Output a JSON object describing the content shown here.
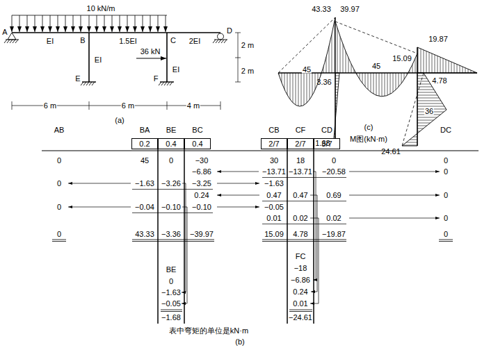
{
  "diagram": {
    "nodes": [
      {
        "text": [
          "0.2"
        ]
      },
      {
        "text": [
          "0.4"
        ]
      },
      {
        "text": [
          "0.4"
        ]
      },
      {
        "text": [
          "2/7"
        ]
      },
      {
        "text": [
          "2/7"
        ]
      },
      {
        "text": [
          "3/7"
        ]
      }
    ],
    "labels": [
      "10 kN/m",
      "A",
      "EI",
      "B",
      "1.5EI",
      "C",
      "2EI",
      "D",
      "EI",
      "EI",
      "36 kN",
      "E",
      "F",
      "2 m",
      "2 m",
      "6 m",
      "6 m",
      "4 m",
      "(a)",
      "43.33",
      "39.97",
      "45",
      "45",
      "19.87",
      "15.09",
      "3.36",
      "4.78",
      "36",
      "1.68",
      "24.61",
      "(c)",
      "M图(kN·m)",
      "AB",
      "BA",
      "BE",
      "BC",
      "CB",
      "CF",
      "CD",
      "DC",
      "0",
      "45",
      "0",
      "−30",
      "30",
      "18",
      "0",
      "0",
      "−6.86",
      "−13.71",
      "−13.71",
      "−20.58",
      "0",
      "0",
      "−1.63",
      "−3.26",
      "−3.25",
      "−1.63",
      "0.24",
      "0.47",
      "0.47",
      "0.69",
      "0",
      "0",
      "−0.04",
      "−0.10",
      "−0.10",
      "−0.05",
      "0.01",
      "0.02",
      "0.02",
      "0",
      "0",
      "43.33",
      "−3.36",
      "−39.97",
      "15.09",
      "4.78",
      "−19.87",
      "0",
      "BE",
      "0",
      "−1.63",
      "−0.05",
      "−1.68",
      "FC",
      "−18",
      "−6.86",
      "0.24",
      "0.01",
      "−24.61",
      "表中弯矩的单位是kN·m",
      "(b)"
    ]
  }
}
